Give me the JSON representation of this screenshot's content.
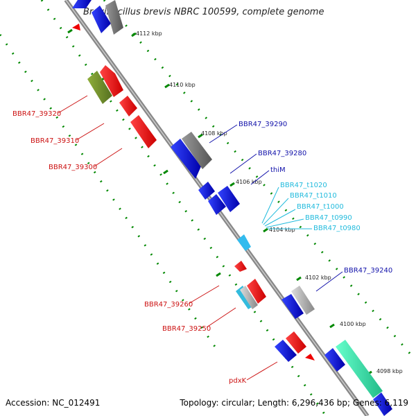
{
  "title": "Brevibacillus brevis NBRC 100599, complete genome",
  "footer": {
    "accession": "Accession: NC_012491",
    "summary": "Topology: circular; Length: 6,296,436 bp; Genes: 6,119"
  },
  "kbp_labels": [
    "4112 kbp",
    "4110 kbp",
    "4108 kbp",
    "4106 kbp",
    "4104 kbp",
    "4102 kbp",
    "4100 kbp",
    "4098 kbp"
  ],
  "gene_labels_red": [
    "BBR47_39320",
    "BBR47_39310",
    "BBR47_39300",
    "BBR47_39260",
    "BBR47_39250",
    "pdxK"
  ],
  "gene_labels_blue": [
    "BBR47_39290",
    "BBR47_39280",
    "thiM",
    "BBR47_39240"
  ],
  "gene_labels_cyan": [
    "BBR47_t1020",
    "BBR47_t1010",
    "BBR47_t1000",
    "BBR47_t0990",
    "BBR47_t0980"
  ],
  "colors": {
    "forward_gene": "#0000cc",
    "reverse_gene": "#ee0000",
    "rna": "#33ccee",
    "pseudo": "#999999",
    "tick": "#008800",
    "backbone": "#888888",
    "olive": "#6b8e23",
    "teal": "#33ddaa"
  }
}
